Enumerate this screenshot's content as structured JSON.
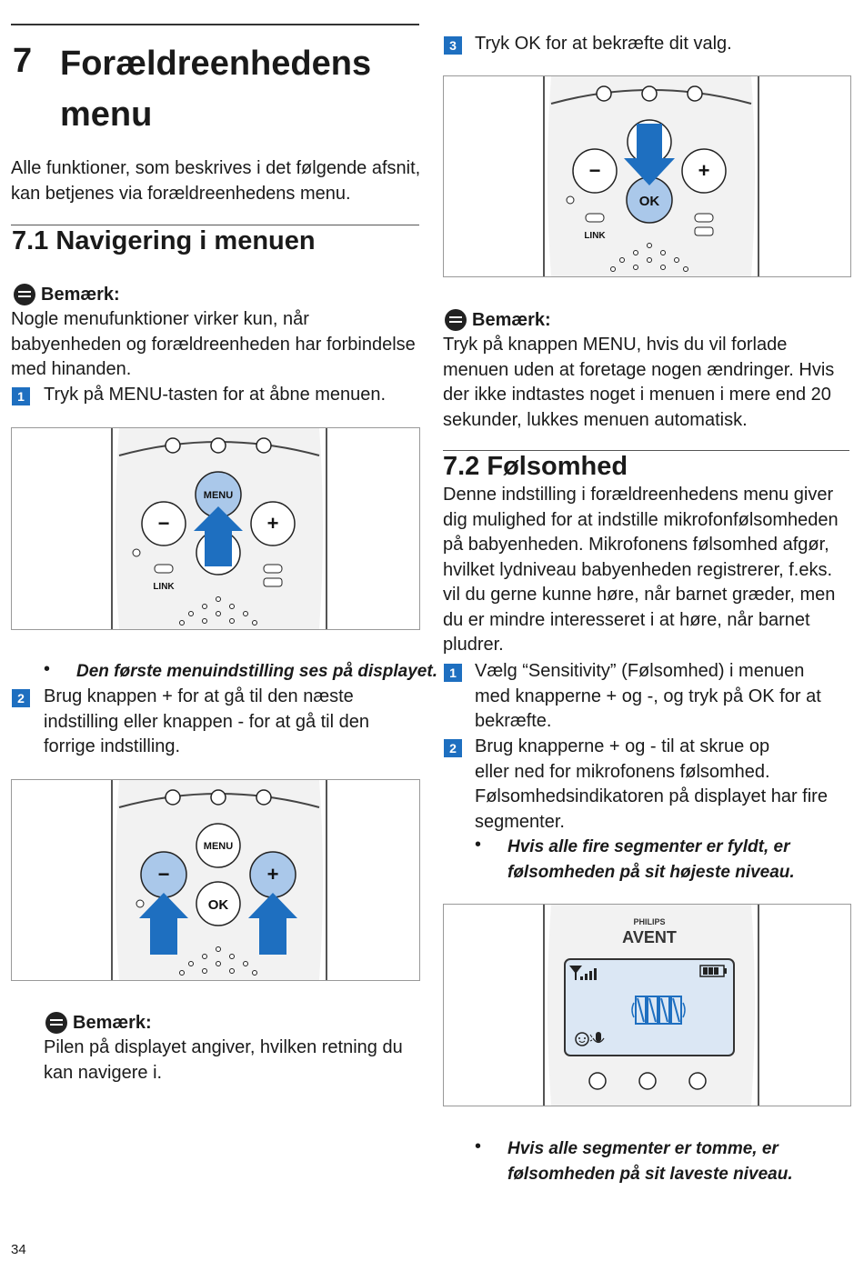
{
  "chapter": {
    "number": "7",
    "title_line1": "Forældreenhedens",
    "title_line2": "menu"
  },
  "intro": {
    "line1": "Alle funktioner, som beskrives i det følgende afsnit,",
    "line2": "kan betjenes via forældreenhedens menu."
  },
  "sec71": {
    "title": "7.1  Navigering i menuen"
  },
  "note_label": "Bemærk:",
  "note1": {
    "line1": "Nogle menufunktioner virker kun, når",
    "line2": "babyenheden og forældreenheden har forbindelse",
    "line3": "med hinanden."
  },
  "step1": {
    "num": "1",
    "text": "Tryk på MENU-tasten for at åbne menuen."
  },
  "bullet1": "Den første menuindstilling ses på displayet.",
  "step2": {
    "num": "2",
    "line1": "Brug knappen + for at gå til den næste",
    "line2": "indstilling eller knappen - for at gå til den",
    "line3": "forrige indstilling."
  },
  "note2": {
    "line1": "Pilen på displayet angiver, hvilken retning du",
    "line2": "kan navigere i."
  },
  "step3": {
    "num": "3",
    "text": "Tryk OK for at bekræfte dit valg."
  },
  "note3": {
    "line1": "Tryk på knappen MENU, hvis du vil forlade",
    "line2": "menuen uden at foretage nogen ændringer. Hvis",
    "line3": "der ikke indtastes noget i menuen i mere end 20",
    "line4": "sekunder, lukkes menuen automatisk."
  },
  "sec72": {
    "title": "7.2  Følsomhed",
    "lines": [
      "Denne indstilling i forældreenhedens menu giver",
      "dig mulighed for at indstille mikrofonfølsomheden",
      "på babyenheden. Mikrofonens følsomhed afgør,",
      "hvilket lydniveau babyenheden registrerer, f.eks.",
      "vil du gerne kunne høre, når barnet græder, men",
      "du er mindre interesseret i at høre, når barnet",
      "pludrer."
    ],
    "s1num": "1",
    "s1": [
      "Vælg “Sensitivity” (Følsomhed) i menuen",
      "med knapperne + og -, og tryk på OK for at",
      "bekræfte."
    ],
    "s2num": "2",
    "s2": [
      "Brug knapperne + og - til at skrue op",
      "eller ned for mikrofonens følsomhed.",
      "Følsomhedsindikatoren på displayet har fire",
      "segmenter."
    ],
    "b1": [
      "Hvis alle fire segmenter er fyldt, er",
      "følsomheden på sit højeste niveau."
    ],
    "b2": [
      "Hvis alle segmenter er tomme, er",
      "følsomheden på sit laveste niveau."
    ]
  },
  "device": {
    "menu": "MENU",
    "ok": "OK",
    "minus": "−",
    "plus": "+",
    "link": "LINK",
    "brand_top": "PHILIPS",
    "brand": "AVENT"
  },
  "page_number": "34",
  "colors": {
    "accent_blue": "#1e6fc0",
    "button_blue": "#aac8ea",
    "screen_blue": "#dbe7f4"
  }
}
